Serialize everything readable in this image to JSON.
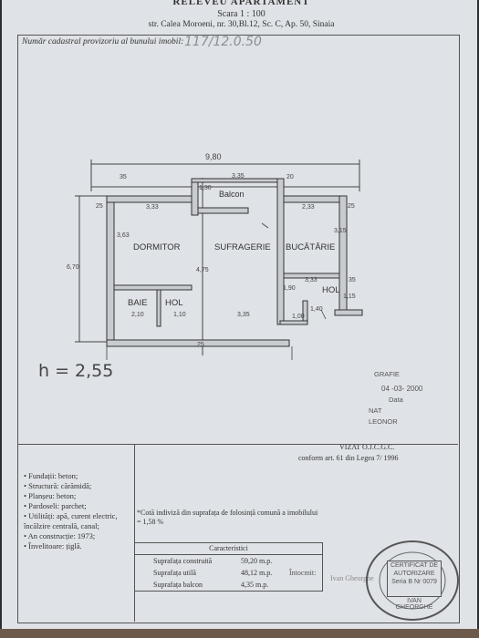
{
  "header": {
    "title": "RELEVEU APARTAMENT",
    "scale": "Scara 1 : 100",
    "address": "str. Calea Moroeni, nr. 30,Bl.12, Sc. C, Ap. 50, Sinaia"
  },
  "cadastral": {
    "label": "Număr cadastral provizoriu al bunului imobil:",
    "value": "117/12.0.50"
  },
  "plan": {
    "rooms": {
      "dormitor": "DORMITOR",
      "sufragerie": "SUFRAGERIE",
      "bucatarie": "BUCĂTĂRIE",
      "baie": "BAIE",
      "hol1": "HOL",
      "hol2": "HOL",
      "balcon": "Balcon"
    },
    "dims": {
      "total_width": "9,80",
      "balcon_w": "3,35",
      "dorm_w": "3,33",
      "buc_w": "2,33",
      "height_total": "6,70",
      "dorm_h": "3,63",
      "suf_h": "4,75",
      "buc_h": "3,15",
      "baie_w": "2,10",
      "hol_w": "1,10",
      "suf_w2": "3,35",
      "hol2_w": "3,33",
      "balcon_h": "1,30",
      "w35a": "35",
      "w20": "20",
      "w25a": "25",
      "w25b": "25",
      "w35b": "35",
      "w25c": "25",
      "hol2_h": "1,90",
      "d100": "1,00",
      "w1_15": "1,15",
      "w1_40": "1,40"
    }
  },
  "height_note": "h = 2,55",
  "viza": {
    "line1": "VIZAT O.J.C.G.C.",
    "line2": "conform art. 61 din Legea 7/ 1996"
  },
  "features": [
    "Fundații: beton;",
    "Structură: cărămidă;",
    "Planșeu: beton;",
    "Pardoseli: parchet;",
    "Utilități: apă, curent electric, încălzire centrală, canal;",
    "An construcție: 1973;",
    "Învelitoare: țiglă."
  ],
  "note": "*Cotă indiviză din suprafața de folosință comună a imobilului = 1,58 %",
  "characteristics": {
    "title": "Caracteristici",
    "rows": [
      {
        "label": "Suprafața construită",
        "value": "59,20 m.p."
      },
      {
        "label": "Suprafața utilă",
        "value": "48,12 m.p."
      },
      {
        "label": "Suprafața balcon",
        "value": "4,35 m.p."
      }
    ]
  },
  "intocmit": {
    "label": "Întocmit:",
    "name": "Ivan Gheorghe"
  },
  "stamps": {
    "date_label": "Data",
    "date_value": "04 -03- 2000",
    "natura": "NAT",
    "leonor": "LEONOR",
    "grafie": "GRAFIE",
    "certificat": "CERTIFICAT DE AUTORIZARE Seria B Nr 0079",
    "seal_name": "IVAN GHEORGHE"
  }
}
